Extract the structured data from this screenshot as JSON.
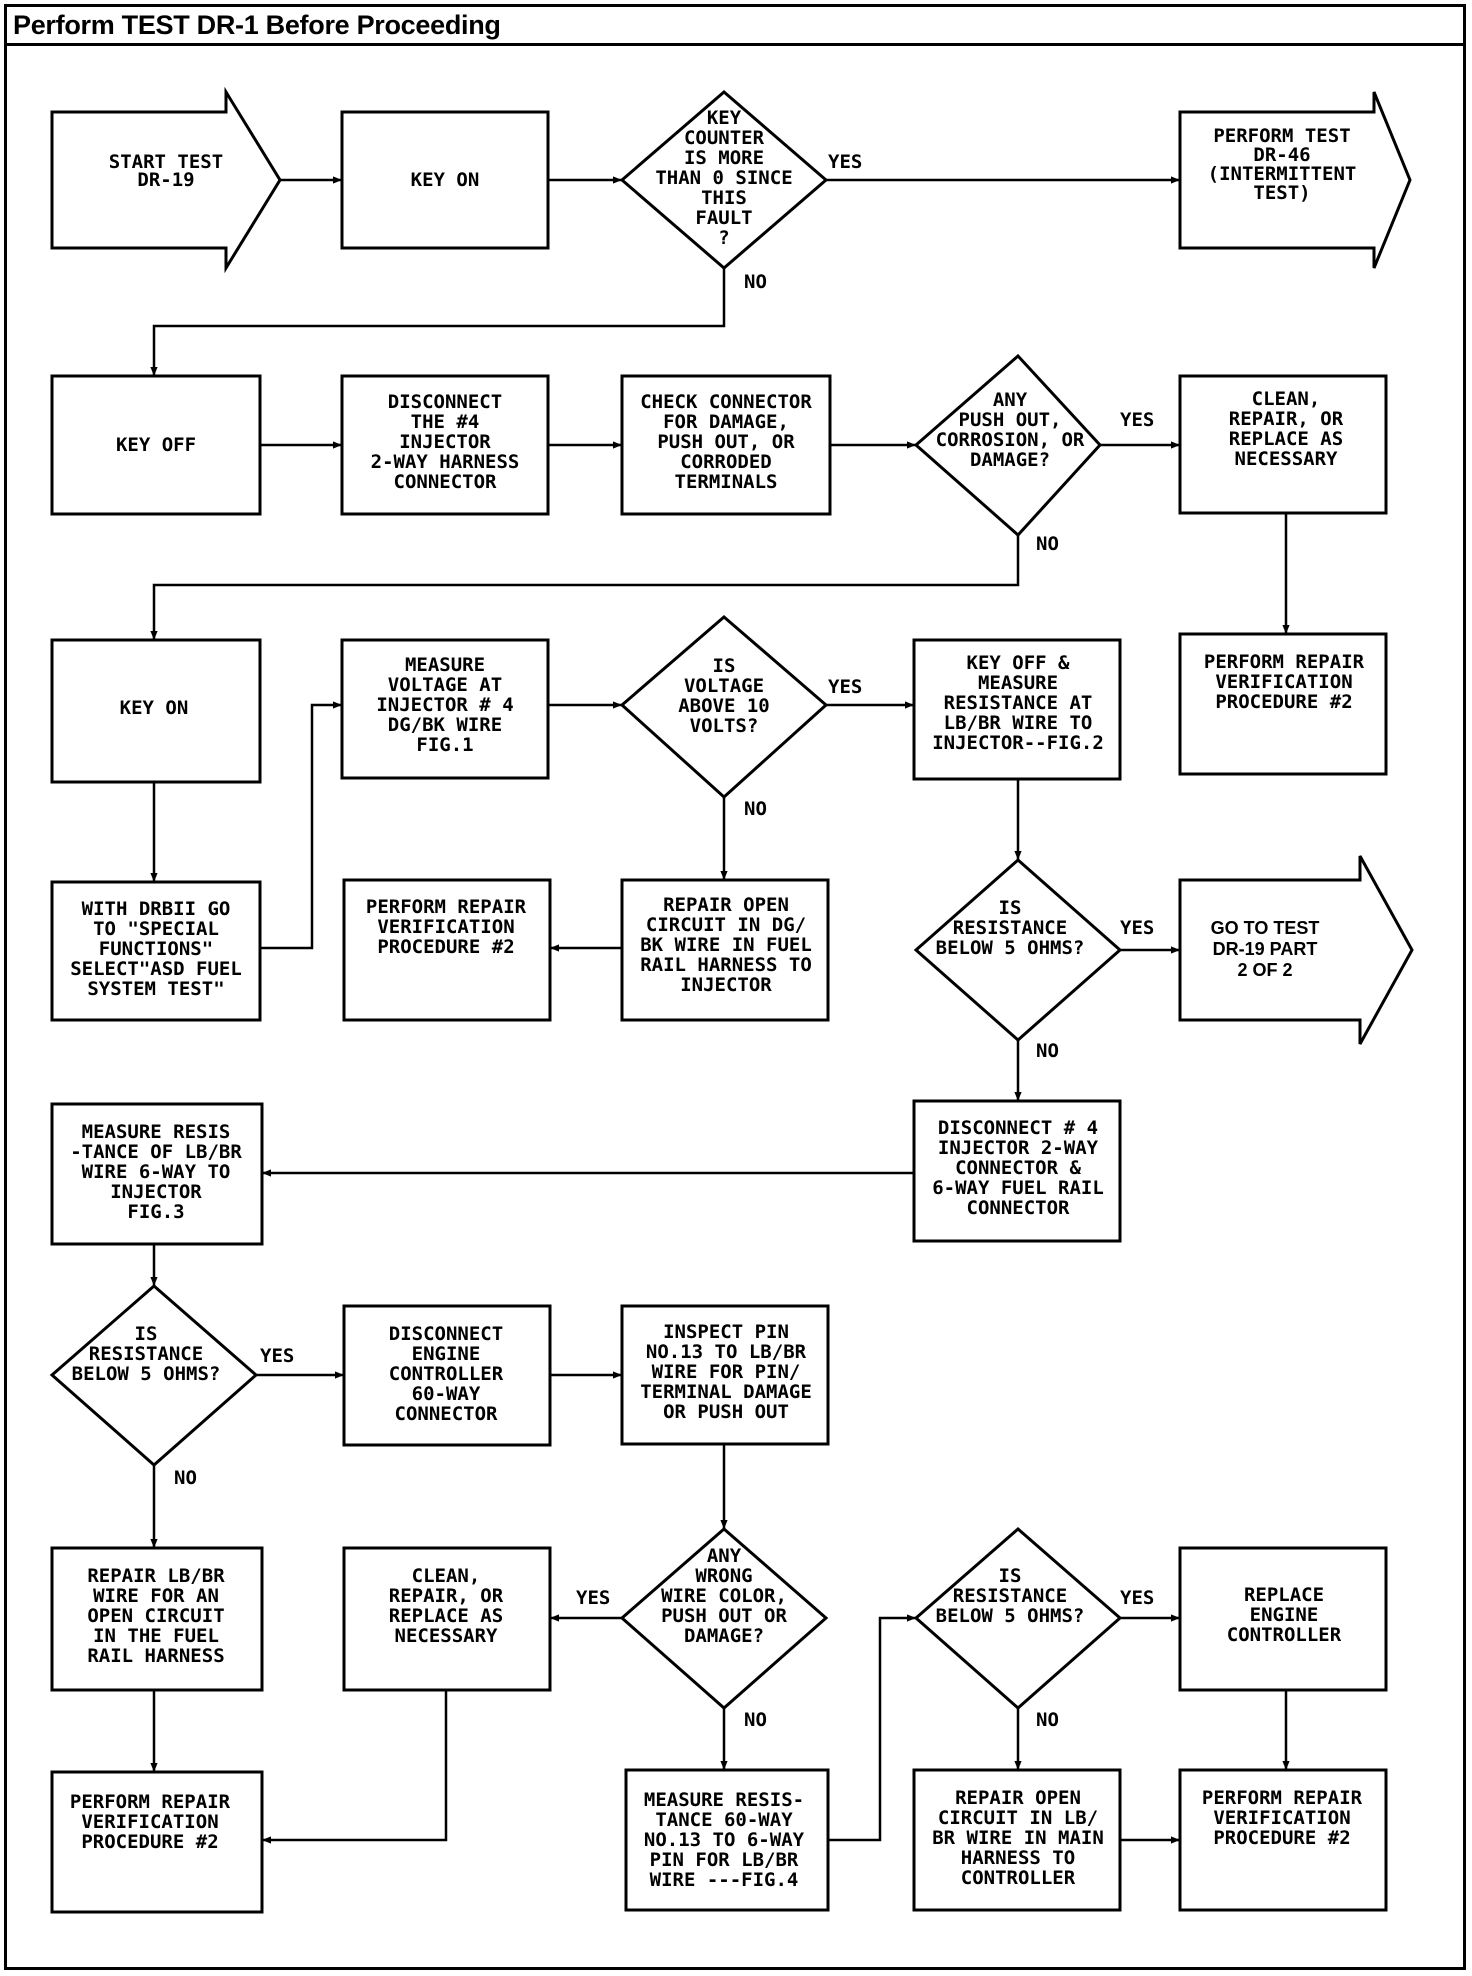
{
  "header": {
    "title": "Perform TEST DR-1 Before Proceeding"
  },
  "labels": {
    "yes": "YES",
    "no": "NO"
  },
  "nodes": {
    "start": [
      "START TEST",
      "DR-19"
    ],
    "key_on_1": [
      "KEY ON"
    ],
    "d_key_counter": [
      "KEY",
      "COUNTER",
      "IS MORE",
      "THAN 0 SINCE",
      "THIS",
      "FAULT",
      "?"
    ],
    "perform_dr46": [
      "PERFORM TEST",
      "DR-46",
      "(INTERMITTENT",
      "TEST)"
    ],
    "key_off": [
      "KEY OFF"
    ],
    "disconnect_4": [
      "DISCONNECT",
      "THE #4",
      "INJECTOR",
      "2-WAY HARNESS",
      "CONNECTOR"
    ],
    "check_connector": [
      "CHECK CONNECTOR",
      "FOR DAMAGE,",
      "PUSH OUT, OR",
      "CORRODED",
      "TERMINALS"
    ],
    "d_push_out": [
      "ANY",
      "PUSH OUT,",
      "CORROSION, OR",
      "DAMAGE?"
    ],
    "clean_1": [
      "CLEAN,",
      "REPAIR, OR",
      "REPLACE AS",
      "NECESSARY"
    ],
    "key_on_2": [
      "KEY ON"
    ],
    "measure_voltage": [
      "MEASURE",
      "VOLTAGE AT",
      "INJECTOR # 4",
      "DG/BK WIRE",
      "FIG.1"
    ],
    "d_voltage": [
      "IS",
      "VOLTAGE",
      "ABOVE 10",
      "VOLTS?"
    ],
    "key_off_measure": [
      "KEY OFF &",
      "MEASURE",
      "RESISTANCE AT",
      "LB/BR WIRE TO",
      "INJECTOR--FIG.2"
    ],
    "perform_repair_top": [
      "PERFORM REPAIR",
      "VERIFICATION",
      "PROCEDURE #2"
    ],
    "with_drbii": [
      "WITH DRBII GO",
      "TO \"SPECIAL",
      "FUNCTIONS\"",
      "SELECT\"ASD FUEL",
      "SYSTEM TEST\""
    ],
    "perform_repair_mid": [
      "PERFORM REPAIR",
      "VERIFICATION",
      "PROCEDURE #2"
    ],
    "repair_open_dg": [
      "REPAIR OPEN",
      "CIRCUIT IN DG/",
      "BK WIRE IN FUEL",
      "RAIL HARNESS TO",
      "INJECTOR"
    ],
    "d_res_1": [
      "IS",
      "RESISTANCE",
      "BELOW 5 OHMS?"
    ],
    "goto_part2": [
      "GO TO TEST",
      "DR-19 PART",
      "2 OF 2"
    ],
    "measure_resis_6way": [
      "MEASURE RESIS",
      "-TANCE OF LB/BR",
      "WIRE 6-WAY TO",
      "INJECTOR",
      "FIG.3"
    ],
    "disconnect_6way": [
      "DISCONNECT # 4",
      "INJECTOR 2-WAY",
      "CONNECTOR &",
      "6-WAY FUEL RAIL",
      "CONNECTOR"
    ],
    "d_res_2": [
      "IS",
      "RESISTANCE",
      "BELOW 5 OHMS?"
    ],
    "disconnect_engine": [
      "DISCONNECT",
      "ENGINE",
      "CONTROLLER",
      "60-WAY",
      "CONNECTOR"
    ],
    "inspect_pin": [
      "INSPECT PIN",
      "NO.13 TO LB/BR",
      "WIRE FOR PIN/",
      "TERMINAL DAMAGE",
      "OR PUSH OUT"
    ],
    "repair_lbbr": [
      "REPAIR LB/BR",
      "WIRE FOR AN",
      "OPEN CIRCUIT",
      "IN THE FUEL",
      "RAIL HARNESS"
    ],
    "clean_2": [
      "CLEAN,",
      "REPAIR, OR",
      "REPLACE AS",
      "NECESSARY"
    ],
    "d_wrong_wire": [
      "ANY",
      "WRONG",
      "WIRE COLOR,",
      "PUSH OUT OR",
      "DAMAGE?"
    ],
    "d_res_3": [
      "IS",
      "RESISTANCE",
      "BELOW 5 OHMS?"
    ],
    "replace_controller": [
      "REPLACE",
      "ENGINE",
      "CONTROLLER"
    ],
    "perform_repair_bl": [
      "PERFORM REPAIR",
      "VERIFICATION",
      "PROCEDURE #2"
    ],
    "measure_60way": [
      "MEASURE RESIS-",
      "TANCE 60-WAY",
      "NO.13 TO 6-WAY",
      "PIN FOR LB/BR",
      "WIRE ---FIG.4"
    ],
    "repair_open_main": [
      "REPAIR OPEN",
      "CIRCUIT IN LB/",
      "BR WIRE IN MAIN",
      "HARNESS TO",
      "CONTROLLER"
    ],
    "perform_repair_br": [
      "PERFORM REPAIR",
      "VERIFICATION",
      "PROCEDURE #2"
    ]
  }
}
